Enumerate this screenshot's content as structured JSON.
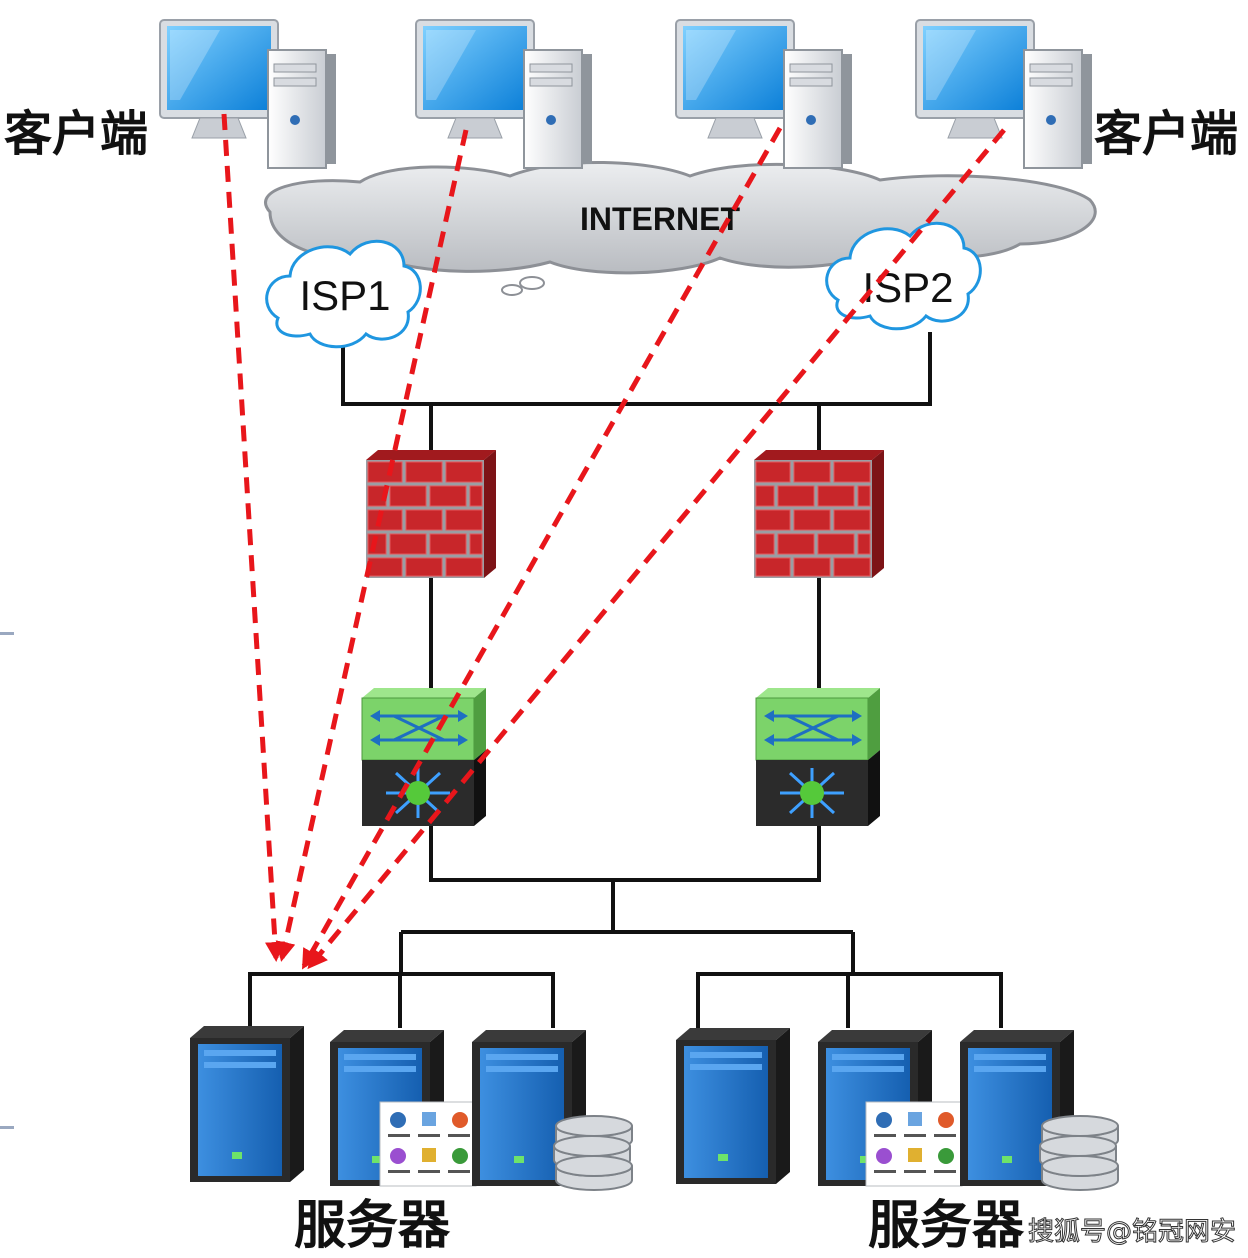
{
  "labels": {
    "client_left": "客户端",
    "client_right": "客户端",
    "internet": "INTERNET",
    "isp1": "ISP1",
    "isp2": "ISP2",
    "server_left": "服务器",
    "server_right": "服务器",
    "watermark": "搜狐号@铭冠网安"
  },
  "colors": {
    "wire": "#111111",
    "traffic": "#e8161b",
    "firewall": "#c8262a",
    "switch_top": "#7cd36a",
    "server_body": "#1e6fc2",
    "cloud": "#c8cbd0"
  },
  "icons": [
    "computer-icon",
    "cloud-icon",
    "firewall-icon",
    "switch-icon",
    "server-icon",
    "database-icon"
  ]
}
